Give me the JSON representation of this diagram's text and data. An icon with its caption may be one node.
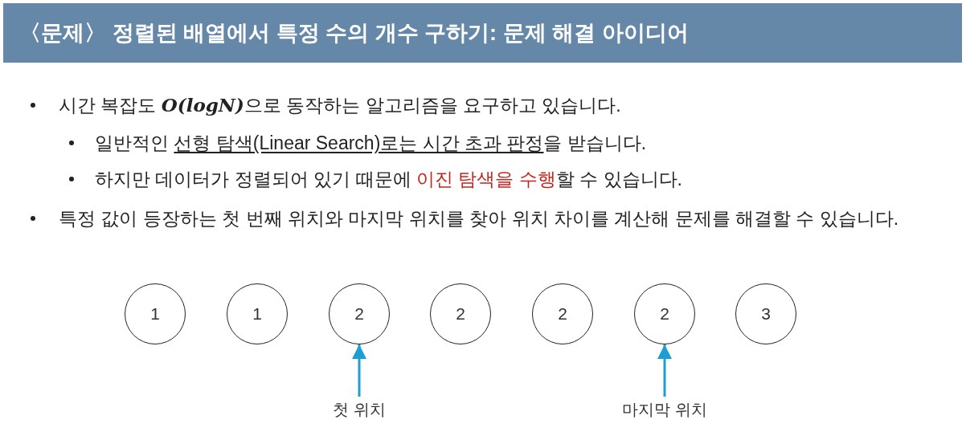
{
  "diagram": {
    "title": "〈문제〉 정렬된 배열에서 특정 수의 개수 구하기: 문제 해결 아이디어",
    "nodes": [
      {
        "text": [
          "1"
        ]
      },
      {
        "text": [
          "1"
        ]
      },
      {
        "text": [
          "2"
        ]
      },
      {
        "text": [
          "2"
        ]
      },
      {
        "text": [
          "2"
        ]
      },
      {
        "text": [
          "2"
        ]
      },
      {
        "text": [
          "3"
        ]
      },
      {
        "text": [
          "첫 위치"
        ]
      },
      {
        "text": [
          "마지막 위치"
        ]
      }
    ],
    "edges": [
      {
        "from": 7,
        "to": 2,
        "arrow": "to"
      },
      {
        "from": 8,
        "to": 5,
        "arrow": "to"
      }
    ],
    "labels": [
      "시간 복잡도 **O(logN)**으로 동작하는 알고리즘을 요구하고 있습니다.",
      "일반적인 선형 탐색(Linear Search)로는 시간 초과 판정을 받습니다.",
      "하지만 데이터가 정렬되어 있기 때문에 이진 탐색을 수행할 수 있습니다.",
      "특정 값이 등장하는 첫 번째 위치와 마지막 위치를 찾아 위치 차이를 계산해 문제를 해결할 수 있습니다."
    ]
  }
}
